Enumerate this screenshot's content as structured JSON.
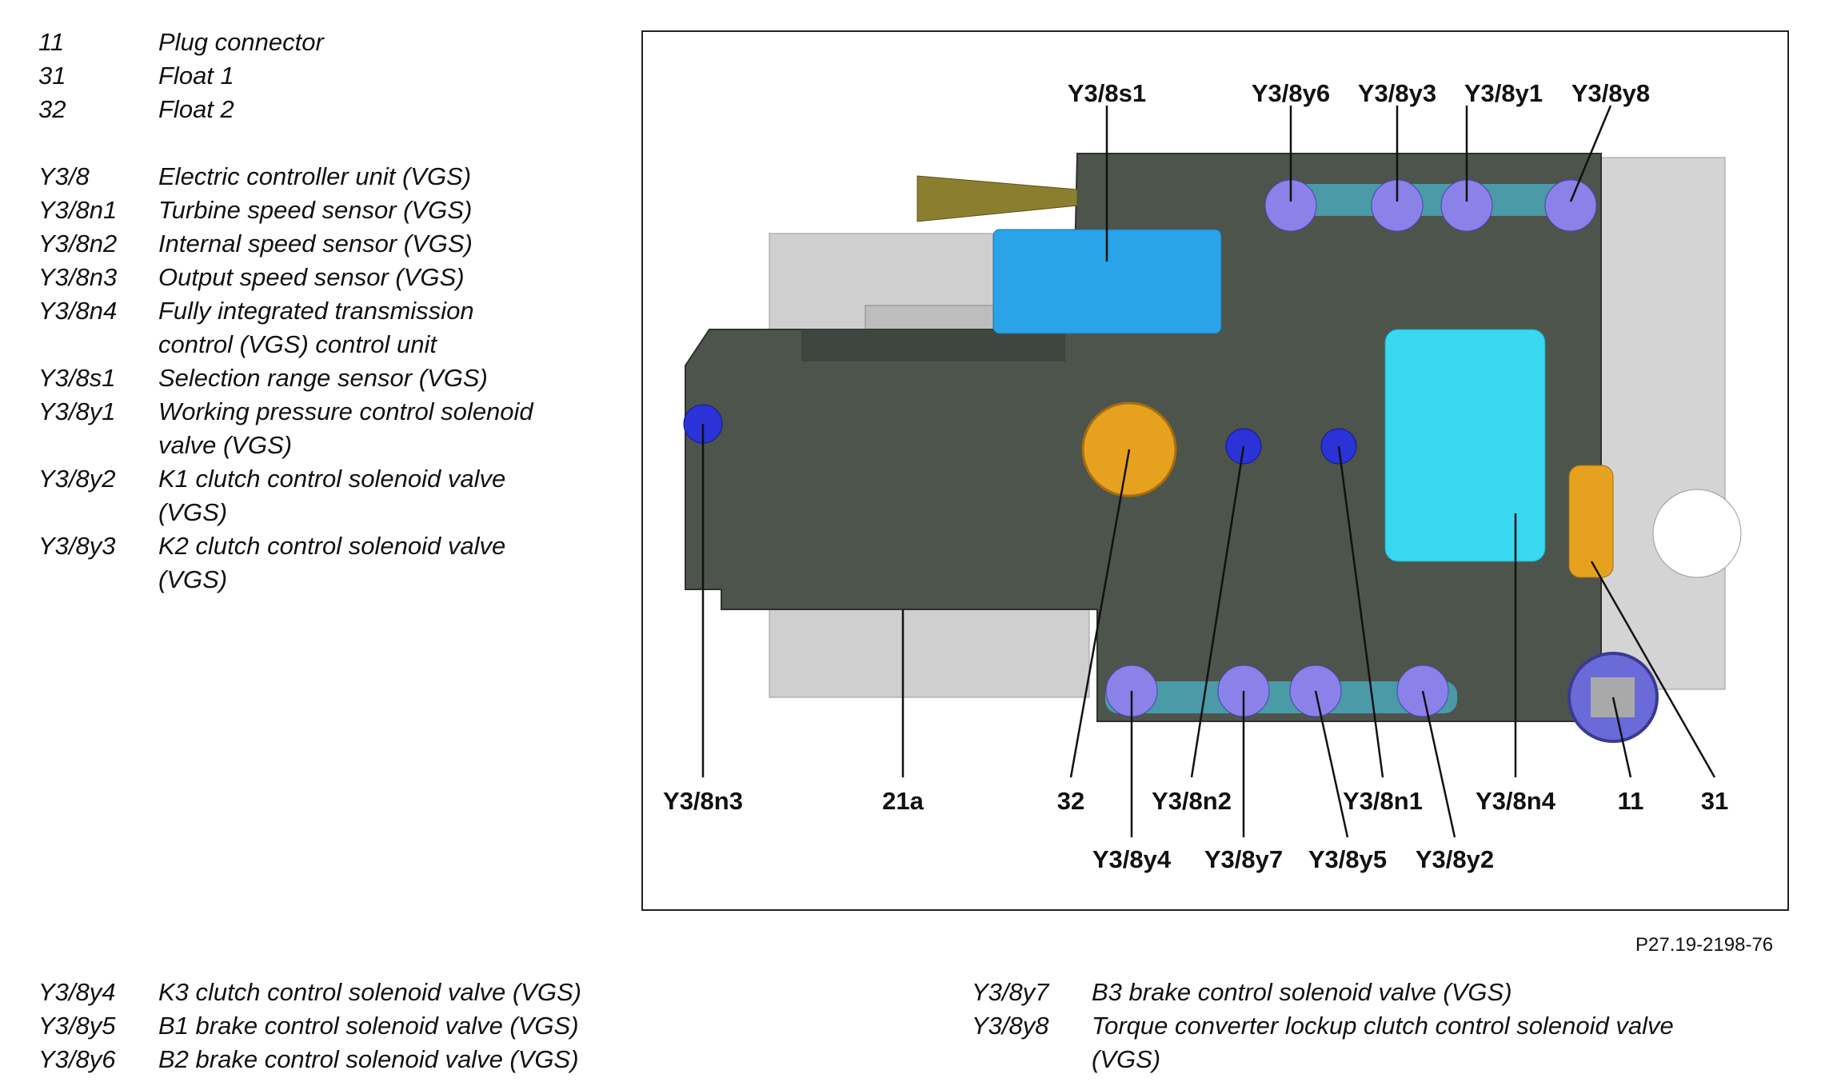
{
  "legend_top": [
    {
      "code": "11",
      "desc": [
        "Plug connector"
      ]
    },
    {
      "code": "31",
      "desc": [
        "Float 1"
      ]
    },
    {
      "code": "32",
      "desc": [
        "Float 2"
      ]
    },
    {
      "code": "Y3/8",
      "desc": [
        "Electric controller unit (VGS)"
      ]
    },
    {
      "code": "Y3/8n1",
      "desc": [
        "Turbine speed sensor (VGS)"
      ]
    },
    {
      "code": "Y3/8n2",
      "desc": [
        "Internal speed sensor (VGS)"
      ]
    },
    {
      "code": "Y3/8n3",
      "desc": [
        "Output speed sensor (VGS)"
      ]
    },
    {
      "code": "Y3/8n4",
      "desc": [
        "Fully integrated transmission",
        "control (VGS) control unit"
      ]
    },
    {
      "code": "Y3/8s1",
      "desc": [
        "Selection range sensor (VGS)"
      ]
    },
    {
      "code": "Y3/8y1",
      "desc": [
        "Working pressure control solenoid",
        "valve (VGS)"
      ]
    },
    {
      "code": "Y3/8y2",
      "desc": [
        "K1 clutch control solenoid valve",
        "(VGS)"
      ]
    },
    {
      "code": "Y3/8y3",
      "desc": [
        "K2 clutch control solenoid valve",
        "(VGS)"
      ]
    }
  ],
  "legend_bottom_left": [
    {
      "code": "Y3/8y4",
      "desc": [
        "K3 clutch control solenoid valve (VGS)"
      ]
    },
    {
      "code": "Y3/8y5",
      "desc": [
        "B1 brake control solenoid valve (VGS)"
      ]
    },
    {
      "code": "Y3/8y6",
      "desc": [
        "B2 brake control solenoid valve (VGS)"
      ]
    }
  ],
  "legend_bottom_right": [
    {
      "code": "Y3/8y7",
      "desc": [
        "B3 brake control solenoid valve (VGS)"
      ]
    },
    {
      "code": "Y3/8y8",
      "desc": [
        "Torque converter lockup clutch control solenoid valve",
        "(VGS)"
      ]
    }
  ],
  "callouts": {
    "s1": "Y3/8s1",
    "y6": "Y3/8y6",
    "y3": "Y3/8y3",
    "y1": "Y3/8y1",
    "y8": "Y3/8y8",
    "n3": "Y3/8n3",
    "a21": "21a",
    "f32": "32",
    "n2": "Y3/8n2",
    "n1": "Y3/8n1",
    "n4": "Y3/8n4",
    "p11": "11",
    "f31": "31",
    "y4": "Y3/8y4",
    "y7": "Y3/8y7",
    "y5": "Y3/8y5",
    "y2": "Y3/8y2"
  },
  "figure_ref": "P27.19-2198-76",
  "colors": {
    "housing": "#4d544c",
    "plate": "#c9c9c9",
    "solenoid": "#8a82e8",
    "sensor_blue": "#2a32d8",
    "control_unit": "#38d8f0",
    "selector": "#2aa3e8",
    "float": "#e6a21e",
    "connector": "#8b7e2e"
  }
}
